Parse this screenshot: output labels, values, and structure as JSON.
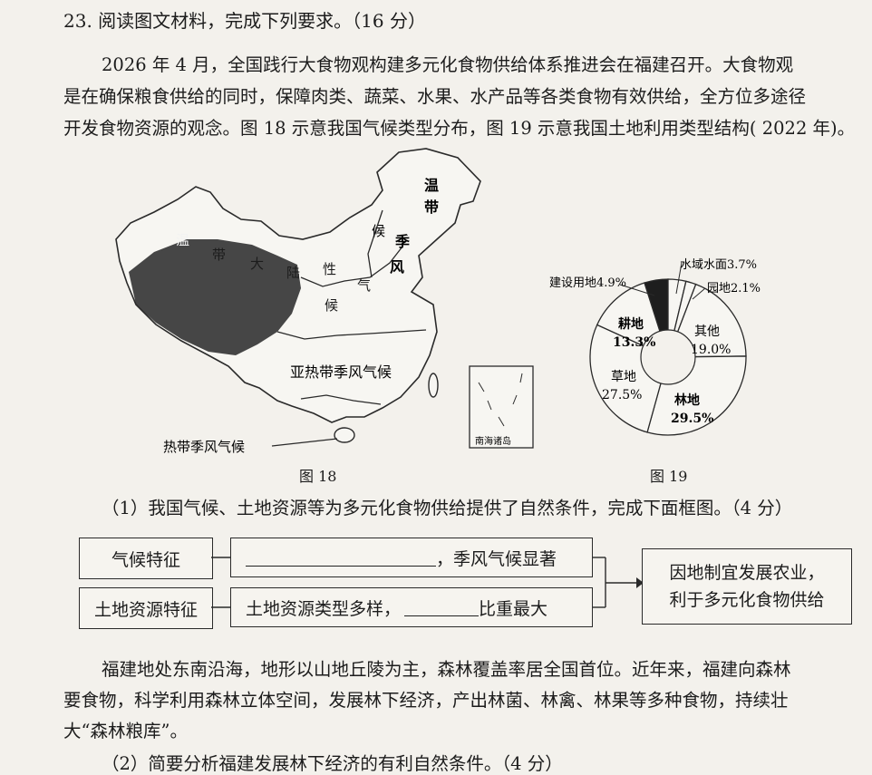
{
  "question": {
    "number": "23.",
    "title": "阅读图文材料，完成下列要求。（16 分）"
  },
  "intro_lines": [
    "2026 年 4 月，全国践行大食物观构建多元化食物供给体系推进会在福建召开。大食物观",
    "是在确保粮食供给的同时，保障肉类、蔬菜、水果、水产品等各类食物有效供给，全方位多途径",
    "开发食物资源的观念。图 18 示意我国气候类型分布，图 19 示意我国土地利用类型结构( 2022 年)。"
  ],
  "map": {
    "caption": "图 18",
    "labels": {
      "temperate_continental_1": "温",
      "temperate_continental_2": "带",
      "temperate_continental_3": "大",
      "temperate_continental_4": "陆",
      "temperate_continental_5": "性",
      "temperate_continental_6": "气",
      "temperate_continental_7": "候",
      "temperate_monsoon_1": "温",
      "temperate_monsoon_2": "带",
      "temperate_monsoon_3": "季",
      "temperate_monsoon_4": "风",
      "temperate_monsoon_5": "候",
      "subtropical": "亚热带季风气候",
      "tropical": "热带季风气候",
      "inset": "南海诸岛"
    }
  },
  "pie": {
    "caption": "图 19",
    "labels": {
      "construction": "建设用地4.9%",
      "water": "水域水面3.7%",
      "garden": "园地2.1%",
      "other_name": "其他",
      "other_value": "19.0%",
      "forest_name": "林地",
      "forest_value": "29.5%",
      "grass_name": "草地",
      "grass_value": "27.5%",
      "arable_name": "耕地",
      "arable_value": "13.3%"
    }
  },
  "chart_data": {
    "type": "pie",
    "title": "",
    "categories": [
      "建设用地",
      "水域水面",
      "园地",
      "其他",
      "林地",
      "草地",
      "耕地"
    ],
    "values": [
      4.9,
      3.7,
      2.1,
      19.0,
      29.5,
      27.5,
      13.3
    ],
    "unit": "%"
  },
  "sub1": {
    "text": "（1）我国气候、土地资源等为多元化食物供给提供了自然条件，完成下面框图。（4 分）"
  },
  "flow": {
    "climate_label": "气候特征",
    "climate_text": "，季风气候显著",
    "land_label": "土地资源特征",
    "land_text_a": "土地资源类型多样，",
    "land_text_b": "比重最大",
    "result_line1": "因地制宜发展农业，",
    "result_line2": "利于多元化食物供给"
  },
  "fujian_lines": [
    "福建地处东南沿海，地形以山地丘陵为主，森林覆盖率居全国首位。近年来，福建向森林",
    "要食物，科学利用森林立体空间，发展林下经济，产出林菌、林禽、林果等多种食物，持续壮",
    "大“森林粮库”。"
  ],
  "sub2": {
    "text": "（2）简要分析福建发展林下经济的有利自然条件。（4 分）"
  }
}
